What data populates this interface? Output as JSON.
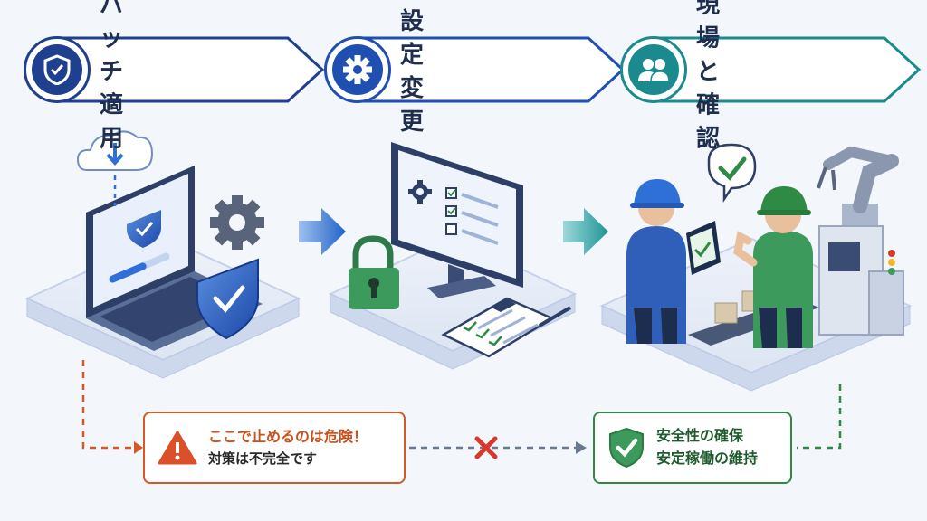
{
  "steps": [
    {
      "label": "パッチ適用",
      "icon": "shield-check-icon",
      "color": "#1f3f8f"
    },
    {
      "label": "設定変更",
      "icon": "gear-icon",
      "color": "#1f4fb0"
    },
    {
      "label": "現場と確認",
      "icon": "people-icon",
      "color": "#1b8a8f"
    }
  ],
  "warning": {
    "line1": "ここで止めるのは危険！",
    "line2": "対策は不完全です",
    "icon": "warning-icon",
    "color": "#d45a24"
  },
  "goal": {
    "line1": "安全性の確保",
    "line2": "安定稼働の維持",
    "icon": "shield-check-icon",
    "color": "#2f8a45"
  },
  "stop_marker": {
    "icon": "cross-icon",
    "color": "#d9382a"
  }
}
